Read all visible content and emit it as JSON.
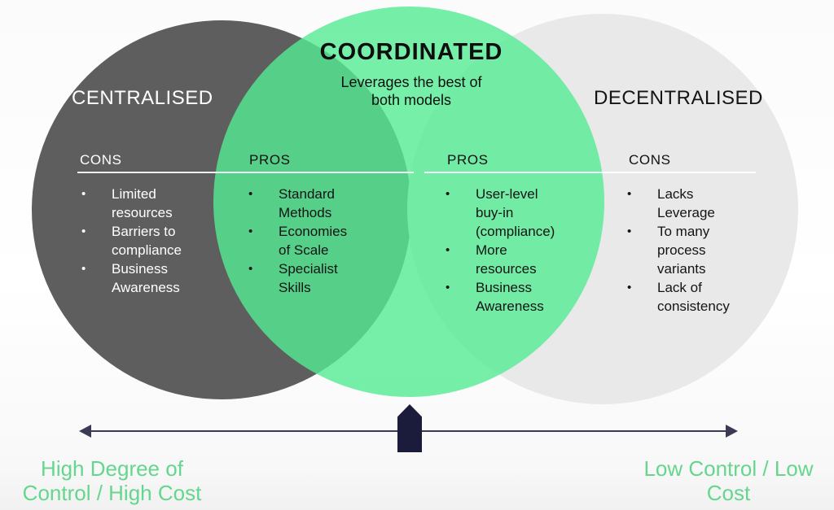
{
  "diagram": {
    "center": {
      "title": "COORDINATED",
      "subtitle": "Leverages the best of both models"
    },
    "left_circle": {
      "title": "CENTRALISED",
      "section": "CONS",
      "items": [
        "Limited resources",
        "Barriers to compliance",
        "Business Awareness"
      ]
    },
    "left_overlap": {
      "section": "PROS",
      "items": [
        "Standard Methods",
        "Economies of Scale",
        "Specialist Skills"
      ]
    },
    "right_overlap": {
      "section": "PROS",
      "items": [
        "User-level buy-in (compliance)",
        "More resources",
        "Business Awareness"
      ]
    },
    "right_circle": {
      "title": "DECENTRALISED",
      "section": "CONS",
      "items": [
        "Lacks Leverage",
        "To many process variants",
        "Lack of consistency"
      ]
    },
    "axis": {
      "left_label": "High Degree of Control / High Cost",
      "right_label": "Low Control / Low Cost"
    }
  },
  "colors": {
    "left_circle": "#5E5E5E",
    "right_circle": "#E9E9E9",
    "middle_circle": "#54EB94",
    "green_text": "#65D68D",
    "navy": "#1B1B3B",
    "axis": "#3A3A55"
  }
}
